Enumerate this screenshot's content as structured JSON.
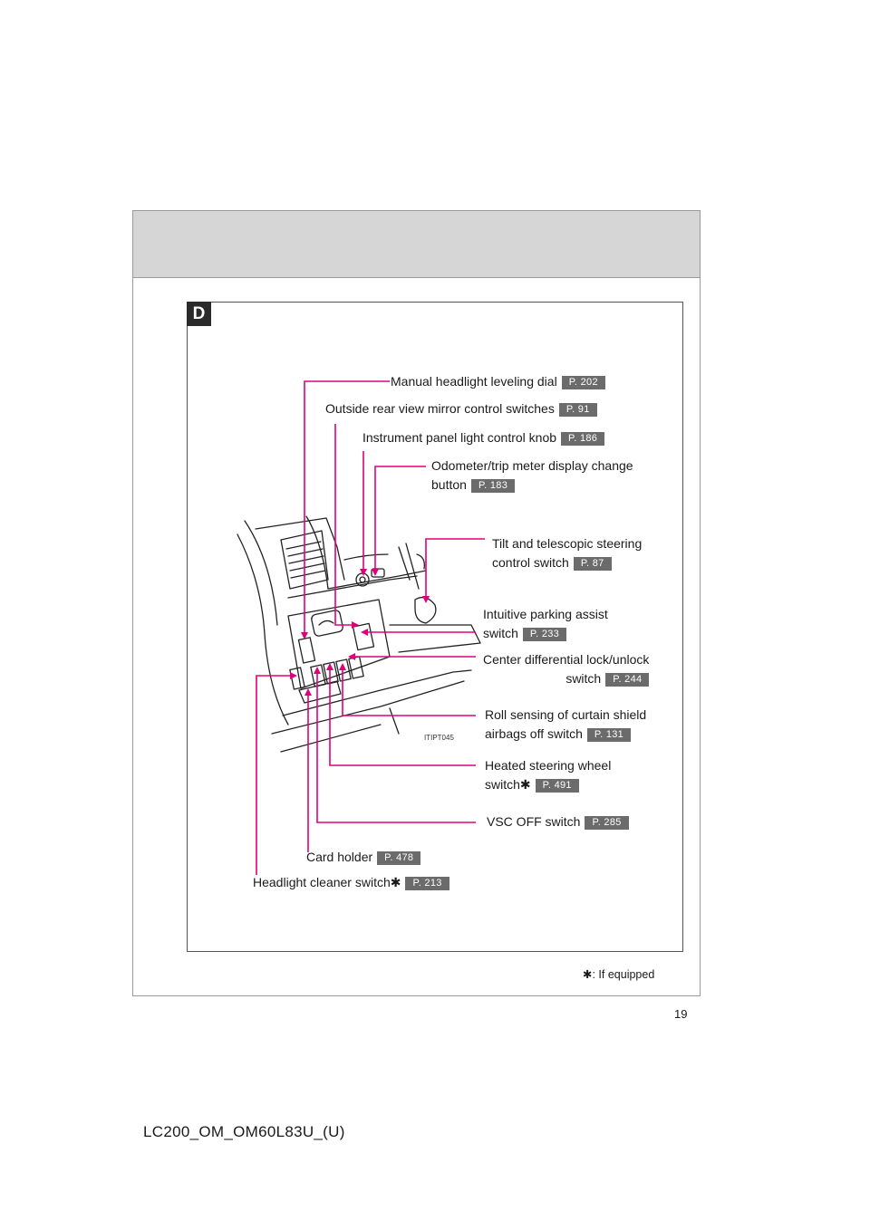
{
  "section_badge": "D",
  "illustration_code": "ITIPT045",
  "labels": {
    "headlight_leveling": {
      "text": "Manual headlight leveling dial",
      "page": "P. 202"
    },
    "mirror_switches": {
      "text": "Outside rear view mirror control switches",
      "page": "P. 91"
    },
    "panel_light_knob": {
      "text": "Instrument panel light control knob",
      "page": "P. 186"
    },
    "odometer_button": {
      "line1": "Odometer/trip meter display change",
      "line2": "button",
      "page": "P. 183"
    },
    "tilt_telescopic": {
      "line1": "Tilt and telescopic steering",
      "line2": "control switch",
      "page": "P. 87"
    },
    "parking_assist": {
      "line1": "Intuitive parking assist",
      "line2": "switch",
      "page": "P. 233"
    },
    "center_diff": {
      "line1": "Center differential lock/unlock",
      "line2": "switch",
      "page": "P. 244"
    },
    "roll_sensing": {
      "line1": "Roll sensing of curtain shield",
      "line2": "airbags off switch",
      "page": "P. 131"
    },
    "heated_wheel": {
      "line1": "Heated steering wheel",
      "line2": "switch",
      "marker": "✱",
      "page": "P. 491"
    },
    "vsc_off": {
      "text": "VSC OFF switch",
      "page": "P. 285"
    },
    "card_holder": {
      "text": "Card holder",
      "page": "P. 478"
    },
    "headlight_cleaner": {
      "text": "Headlight cleaner switch",
      "marker": "✱",
      "page": "P. 213"
    }
  },
  "footnote": {
    "marker": "✱",
    "text": ": If equipped"
  },
  "page_number": "19",
  "doc_code": "LC200_OM_OM60L83U_(U)",
  "colors": {
    "leader_line": "#e0007a",
    "header_band": "#d6d6d6",
    "page_tag": "#6b6b6b"
  }
}
